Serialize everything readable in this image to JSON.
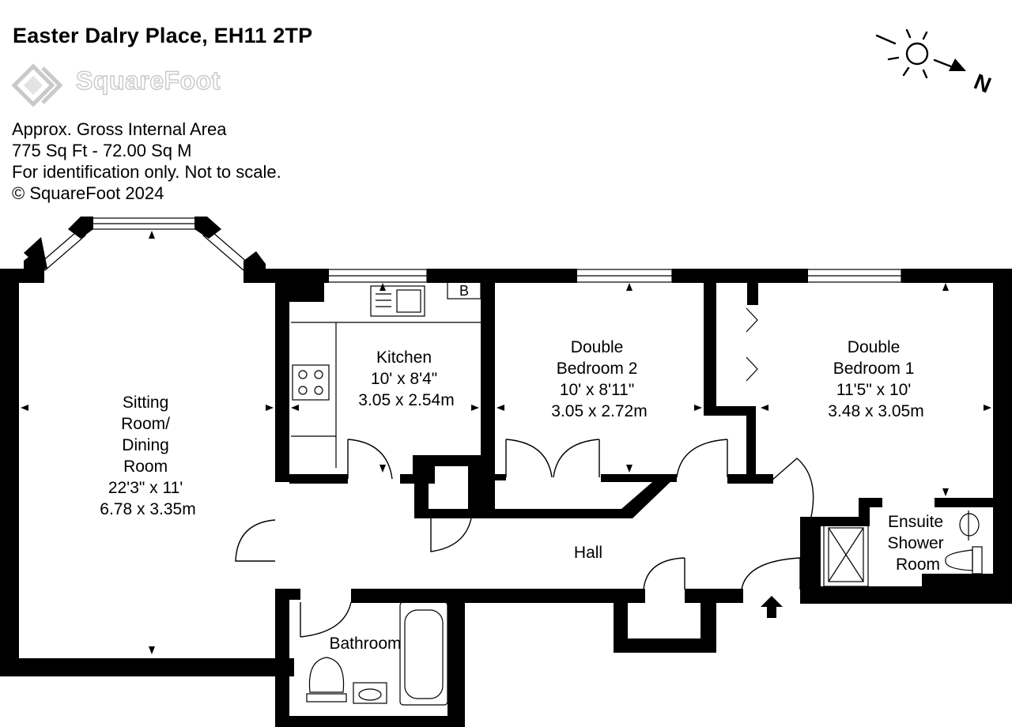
{
  "header": {
    "title": "Easter Dalry Place, EH11 2TP",
    "brand": "SquareFoot"
  },
  "info": {
    "line1": "Approx. Gross Internal Area",
    "line2": "775 Sq Ft  -  72.00 Sq M",
    "line3": "For identification only. Not to scale.",
    "line4": "© SquareFoot 2024"
  },
  "compass": {
    "label": "N"
  },
  "rooms": {
    "sitting": {
      "l1": "Sitting",
      "l2": "Room/",
      "l3": "Dining",
      "l4": "Room",
      "imperial": "22'3\" x 11'",
      "metric": "6.78 x 3.35m"
    },
    "kitchen": {
      "l1": "Kitchen",
      "imperial": "10' x 8'4\"",
      "metric": "3.05 x 2.54m"
    },
    "bedroom2": {
      "l1": "Double",
      "l2": "Bedroom 2",
      "imperial": "10' x 8'11\"",
      "metric": "3.05 x 2.72m"
    },
    "bedroom1": {
      "l1": "Double",
      "l2": "Bedroom 1",
      "imperial": "11'5\" x 10'",
      "metric": "3.48 x 3.05m"
    },
    "ensuite": {
      "l1": "Ensuite",
      "l2": "Shower",
      "l3": "Room"
    },
    "hall": {
      "l1": "Hall"
    },
    "bathroom": {
      "l1": "Bathroom"
    },
    "boiler": {
      "l1": "B"
    }
  }
}
